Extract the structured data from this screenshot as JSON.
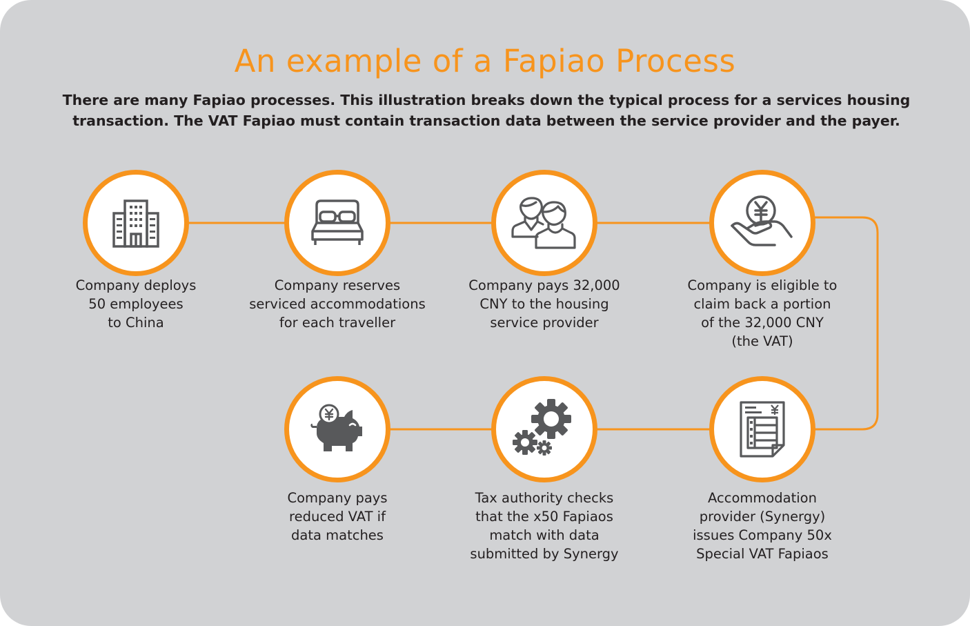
{
  "title": "An example of a Fapiao Process",
  "subtitle": "There are many Fapiao processes. This illustration breaks down the typical process for a services housing transaction. The VAT Fapiao must contain transaction data between the service provider and the payer.",
  "colors": {
    "accent": "#f7941d",
    "background": "#d1d2d4",
    "icon": "#58595b",
    "text": "#231f20"
  },
  "steps": [
    {
      "icon": "office-building-icon",
      "label": "Company deploys\n50 employees\nto China"
    },
    {
      "icon": "bed-icon",
      "label": "Company reserves\nserviced accommodations\nfor each traveller"
    },
    {
      "icon": "people-icon",
      "label": "Company pays 32,000\nCNY to the housing\nservice provider"
    },
    {
      "icon": "hand-yuan-coin-icon",
      "label": "Company is eligible to\nclaim back a portion\nof the 32,000 CNY\n(the VAT)"
    },
    {
      "icon": "fapiao-invoice-icon",
      "label": "Accommodation\nprovider (Synergy)\nissues Company 50x\nSpecial VAT Fapiaos"
    },
    {
      "icon": "gears-icon",
      "label": "Tax authority checks\nthat the x50 Fapiaos\nmatch with data\nsubmitted by Synergy"
    },
    {
      "icon": "piggy-bank-yuan-icon",
      "label": "Company pays\nreduced VAT if\ndata matches"
    }
  ]
}
